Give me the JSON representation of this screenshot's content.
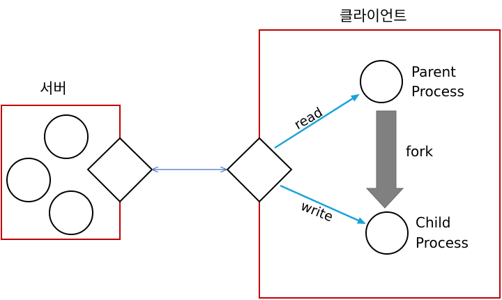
{
  "server": {
    "title": "서버"
  },
  "client": {
    "title": "클라이언트",
    "parent_process": {
      "line1": "Parent",
      "line2": "Process"
    },
    "child_process": {
      "line1": "Child",
      "line2": "Process"
    },
    "fork_label": "fork",
    "read_label": "read",
    "write_label": "write"
  },
  "colors": {
    "box_border": "#c00000",
    "arrow_blue": "#1aa3d9",
    "connector_blue": "#4472c4",
    "fork_arrow": "#808080",
    "shape_stroke": "#000000"
  }
}
